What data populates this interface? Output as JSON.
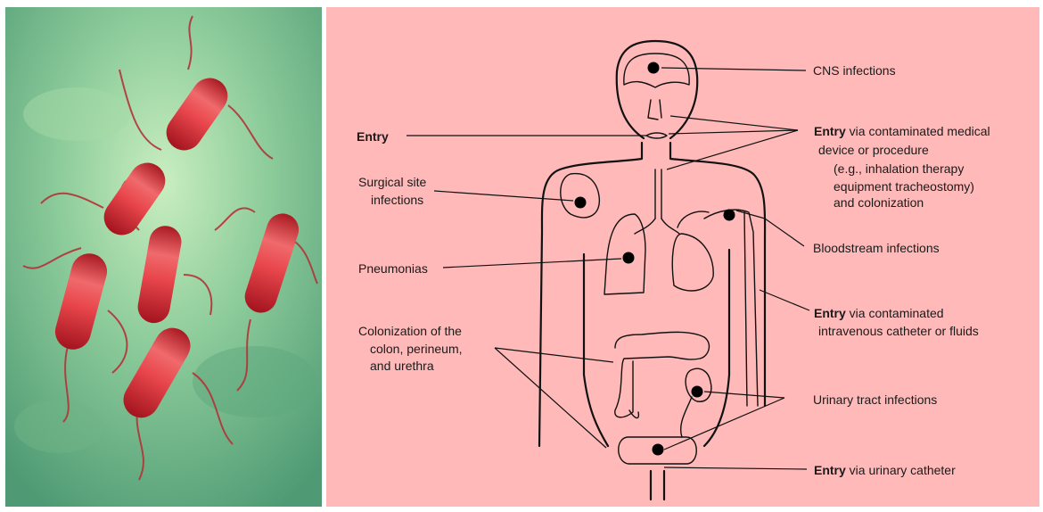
{
  "colors": {
    "left_bg": "#7fbf8f",
    "bacteria": "#d8323a",
    "right_bg": "#ffb9b9",
    "line": "#111111"
  },
  "left_image": {
    "subject": "rod-shaped flagellated bacteria illustration"
  },
  "labels": {
    "cns": "CNS infections",
    "entry_mouth": "Entry",
    "entry_device_bold": "Entry",
    "entry_device_rest": " via contaminated medical",
    "device_line2": "device or procedure",
    "device_line3": "(e.g., inhalation therapy",
    "device_line4": "equipment tracheostomy)",
    "device_line5": "and colonization",
    "surgical_line1": "Surgical site",
    "surgical_line2": "infections",
    "bloodstream": "Bloodstream infections",
    "pneumonias": "Pneumonias",
    "entry_iv_bold": "Entry",
    "entry_iv_rest": " via contaminated",
    "iv_line2": "intravenous catheter or fluids",
    "colon_line1": "Colonization of the",
    "colon_line2": "colon, perineum,",
    "colon_line3": "and urethra",
    "urinary": "Urinary tract infections",
    "entry_urinary_bold": "Entry",
    "entry_urinary_rest": " via urinary catheter"
  }
}
